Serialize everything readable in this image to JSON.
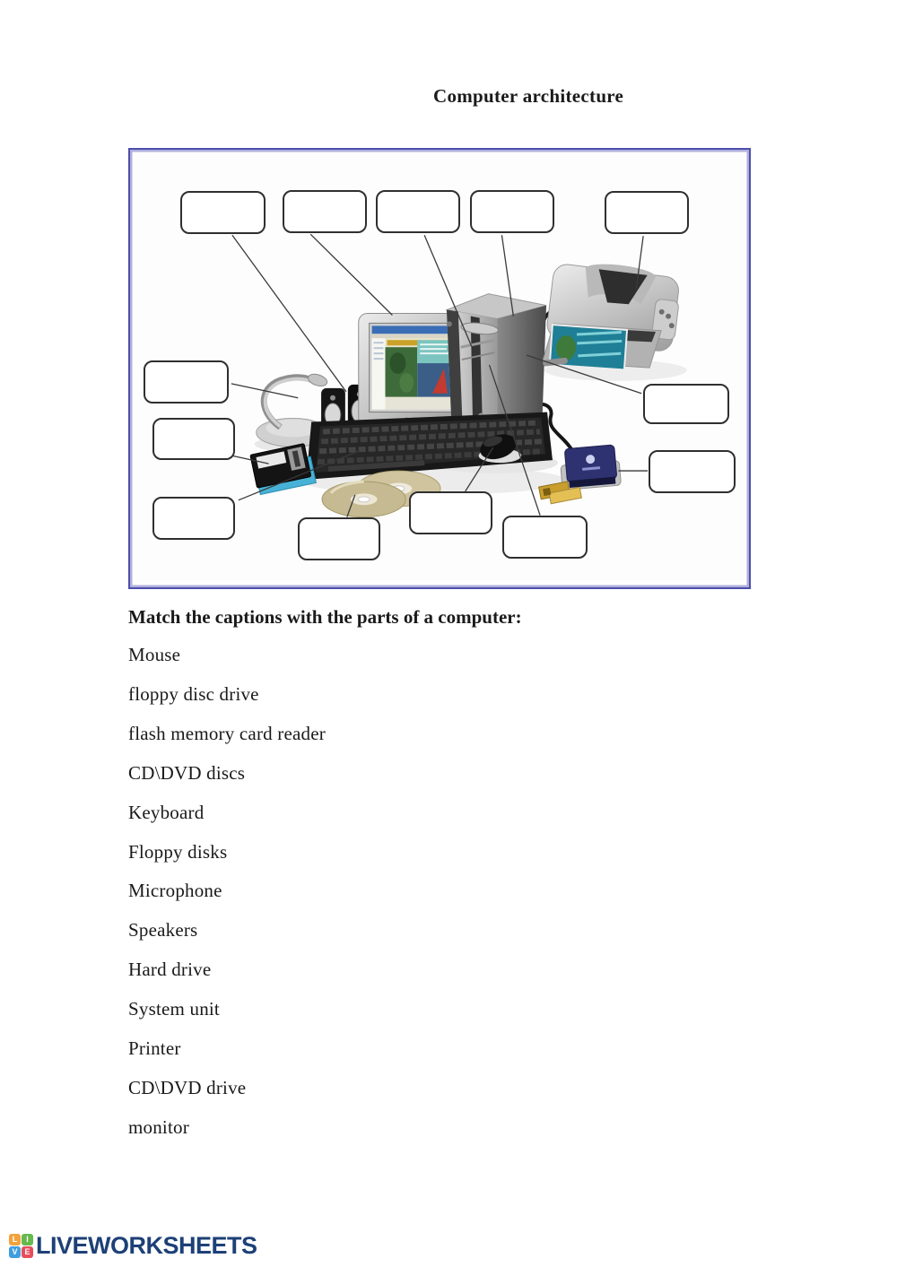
{
  "title": "Computer architecture",
  "instruction": "Match the captions with the parts of a computer:",
  "captions": [
    "Mouse",
    "floppy disc drive",
    "flash memory card reader",
    "CD\\DVD discs",
    "Keyboard",
    "Floppy disks",
    "Microphone",
    "Speakers",
    "Hard drive",
    "System unit",
    "Printer",
    "CD\\DVD drive",
    "monitor"
  ],
  "diagram": {
    "answer_boxes_count": 13,
    "depicted_parts": [
      "monitor",
      "system unit",
      "printer",
      "speakers",
      "microphone",
      "keyboard",
      "mouse",
      "floppy disks",
      "cd-dvd discs",
      "flash memory card reader"
    ],
    "frame_border_color": "#4e4eae",
    "box_border_color": "#2f2f2f"
  },
  "logo": {
    "text": "LIVEWORKSHEETS",
    "text_color": "#1d4077",
    "tiles": [
      {
        "letter": "L",
        "color": "#f2a23c"
      },
      {
        "letter": "I",
        "color": "#66b94c"
      },
      {
        "letter": "V",
        "color": "#3f9ede"
      },
      {
        "letter": "E",
        "color": "#e84d5c"
      }
    ]
  }
}
